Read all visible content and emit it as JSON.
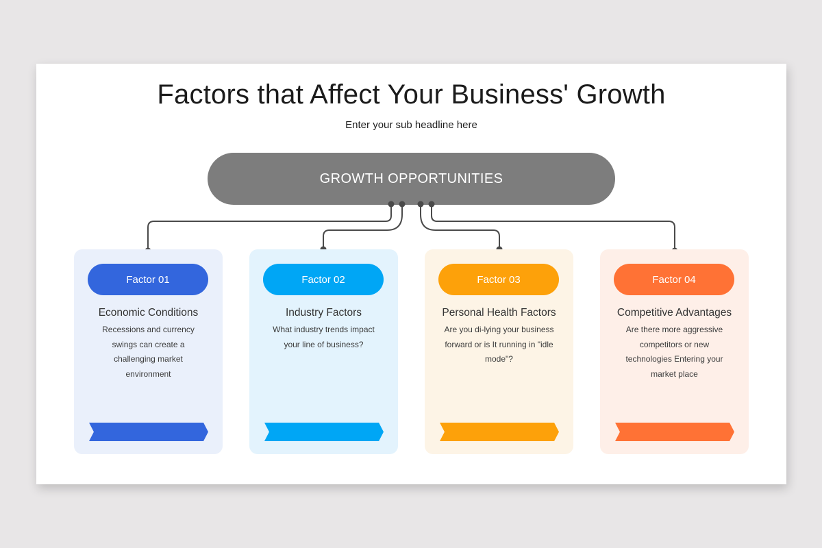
{
  "slide": {
    "title": "Factors that Affect Your Business' Growth",
    "subtitle": "Enter your sub headline here"
  },
  "hub": {
    "label": "GROWTH OPPORTUNITIES",
    "color": "#7d7d7d"
  },
  "connector_color": "#4a4a4a",
  "factors": [
    {
      "pill_label": "Factor 01",
      "heading": "Economic Conditions",
      "body": "Recessions  and currency swings can create a challenging market environment",
      "accent": "#3366dd",
      "card_bg": "#eaf0fb"
    },
    {
      "pill_label": "Factor 02",
      "heading": "Industry Factors",
      "body": "What industry trends impact your line of business?",
      "accent": "#00a6f5",
      "card_bg": "#e3f3fd"
    },
    {
      "pill_label": "Factor 03",
      "heading": "Personal Health Factors",
      "body": "Are you di-lying your business forward or is It running in \"idle mode\"?",
      "accent": "#fda10a",
      "card_bg": "#fdf4e6"
    },
    {
      "pill_label": "Factor 04",
      "heading": "Competitive Advantages",
      "body": "Are there more aggressive competitors  or new technologies Entering your market place",
      "accent": "#ff7235",
      "card_bg": "#feefe8"
    }
  ]
}
